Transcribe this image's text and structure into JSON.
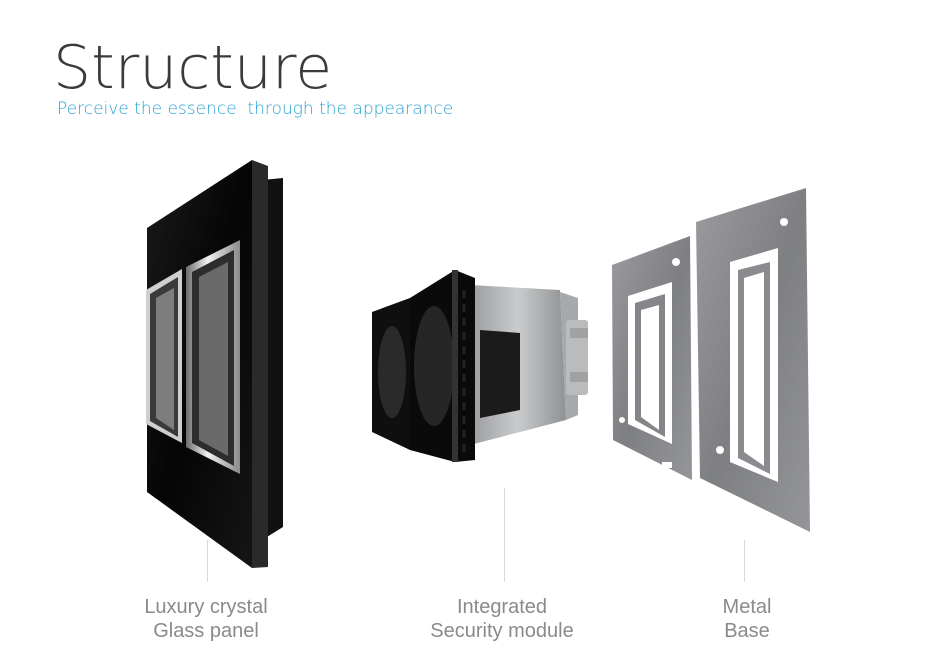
{
  "header": {
    "title": "Structure",
    "subtitle": "Perceive the essence  through the appearance"
  },
  "components": [
    {
      "line1": "Luxury crystal",
      "line2": "Glass panel"
    },
    {
      "line1": "Integrated",
      "line2": "Security module"
    },
    {
      "line1": "Metal",
      "line2": "Base"
    }
  ],
  "colors": {
    "title": "#3b3b3b",
    "subtitle": "#2aa3d2",
    "label": "#8a8a8a",
    "glass": "#0d0d0d",
    "metal": "#8d8e91"
  }
}
